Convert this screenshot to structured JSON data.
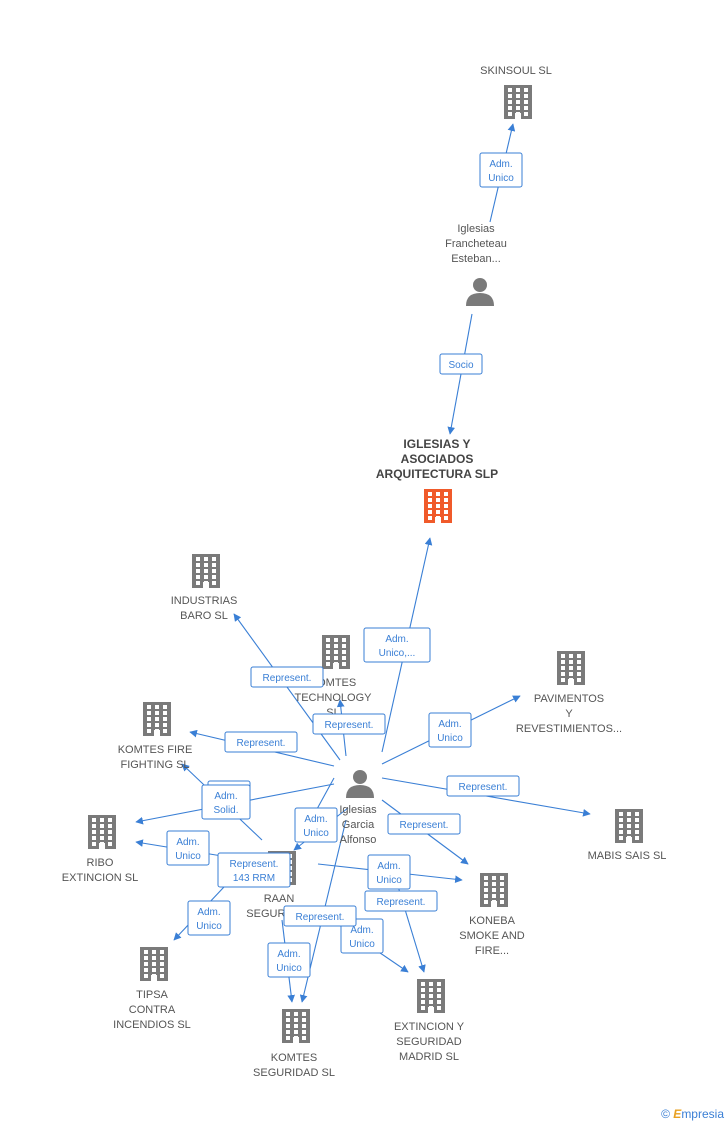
{
  "colors": {
    "edge": "#3a7fd5",
    "company": "#7a7a7a",
    "main_company": "#f05a2a",
    "person": "#7a7a7a"
  },
  "nodes": [
    {
      "id": "skinsoul",
      "type": "company",
      "label": [
        "SKINSOUL  SL"
      ]
    },
    {
      "id": "iglesias_francheteau",
      "type": "person",
      "label": [
        "Iglesias",
        "Francheteau",
        "Esteban..."
      ]
    },
    {
      "id": "iglesias_y_asociados",
      "type": "main_company",
      "label": [
        "IGLESIAS Y",
        "ASOCIADOS",
        "ARQUITECTURA SLP"
      ]
    },
    {
      "id": "iglesias_garcia",
      "type": "person",
      "label": [
        "Iglesias",
        "Garcia",
        "Alfonso"
      ]
    },
    {
      "id": "industrias_baro",
      "type": "company",
      "label": [
        "INDUSTRIAS",
        "BARO SL"
      ]
    },
    {
      "id": "komtes_technology",
      "type": "company",
      "label": [
        "KOMTES",
        "TECHNOLOGY",
        "SL"
      ]
    },
    {
      "id": "pavimentos",
      "type": "company",
      "label": [
        "PAVIMENTOS",
        "Y",
        "REVESTIMIENTOS..."
      ]
    },
    {
      "id": "komtes_fire",
      "type": "company",
      "label": [
        "KOMTES FIRE",
        "FIGHTING SL"
      ]
    },
    {
      "id": "mabis_sais",
      "type": "company",
      "label": [
        "MABIS SAIS SL"
      ]
    },
    {
      "id": "ribo_extincion",
      "type": "company",
      "label": [
        "RIBO",
        "EXTINCION SL"
      ]
    },
    {
      "id": "raan_seguridad",
      "type": "company",
      "label": [
        "RAAN",
        "SEGURIDAD"
      ]
    },
    {
      "id": "koneba",
      "type": "company",
      "label": [
        "KONEBA",
        "SMOKE AND",
        "FIRE..."
      ]
    },
    {
      "id": "tipsa",
      "type": "company",
      "label": [
        "TIPSA",
        "CONTRA",
        "INCENDIOS  SL"
      ]
    },
    {
      "id": "extincion_madrid",
      "type": "company",
      "label": [
        "EXTINCION Y",
        "SEGURIDAD",
        "MADRID SL"
      ]
    },
    {
      "id": "komtes_seguridad",
      "type": "company",
      "label": [
        "KOMTES",
        "SEGURIDAD SL"
      ]
    }
  ],
  "edges": [
    {
      "from": "iglesias_francheteau",
      "to": "skinsoul",
      "label": [
        "Adm.",
        "Unico"
      ]
    },
    {
      "from": "iglesias_francheteau",
      "to": "iglesias_y_asociados",
      "label": [
        "Socio"
      ]
    },
    {
      "from": "iglesias_garcia",
      "to": "iglesias_y_asociados",
      "label": [
        "Adm.",
        "Unico,..."
      ]
    },
    {
      "from": "iglesias_garcia",
      "to": "industrias_baro",
      "label": [
        "Represent."
      ]
    },
    {
      "from": "iglesias_garcia",
      "to": "komtes_technology",
      "label": [
        "Represent."
      ]
    },
    {
      "from": "iglesias_garcia",
      "to": "pavimentos",
      "label": [
        "Adm.",
        "Unico"
      ]
    },
    {
      "from": "iglesias_garcia",
      "to": "komtes_fire",
      "label": [
        "Represent."
      ]
    },
    {
      "from": "iglesias_garcia",
      "to": "mabis_sais",
      "label": [
        "Represent."
      ]
    },
    {
      "from": "iglesias_garcia",
      "to": "ribo_extincion",
      "label": [
        "Adm.",
        "Unico"
      ]
    },
    {
      "from": "iglesias_garcia",
      "to": "ribo_extincion",
      "label": [
        "Adm.",
        "Solid."
      ]
    },
    {
      "from": "iglesias_garcia",
      "to": "ribo_extincion",
      "label": [
        "Adm.",
        "Unico"
      ]
    },
    {
      "from": "iglesias_garcia",
      "to": "koneba",
      "label": [
        "Represent."
      ]
    },
    {
      "from": "iglesias_garcia",
      "to": "koneba",
      "label": [
        "Adm.",
        "Unico"
      ]
    },
    {
      "from": "iglesias_garcia",
      "to": "tipsa",
      "label": [
        "Adm.",
        "Unico"
      ]
    },
    {
      "from": "iglesias_garcia",
      "to": "raan_seguridad",
      "label": [
        "Represent.",
        "143 RRM"
      ]
    },
    {
      "from": "iglesias_garcia",
      "to": "raan_seguridad",
      "label": [
        "Adm.",
        "Unico"
      ]
    },
    {
      "from": "iglesias_garcia",
      "to": "extincion_madrid",
      "label": [
        "Represent."
      ]
    },
    {
      "from": "iglesias_garcia",
      "to": "extincion_madrid",
      "label": [
        "Adm.",
        "Unico"
      ]
    },
    {
      "from": "iglesias_garcia",
      "to": "komtes_seguridad",
      "label": [
        "Represent."
      ]
    },
    {
      "from": "iglesias_garcia",
      "to": "komtes_seguridad",
      "label": [
        "Adm.",
        "Unico"
      ]
    }
  ],
  "footer": {
    "copyright": "©",
    "brand_first": "E",
    "brand_rest": "mpresia"
  }
}
